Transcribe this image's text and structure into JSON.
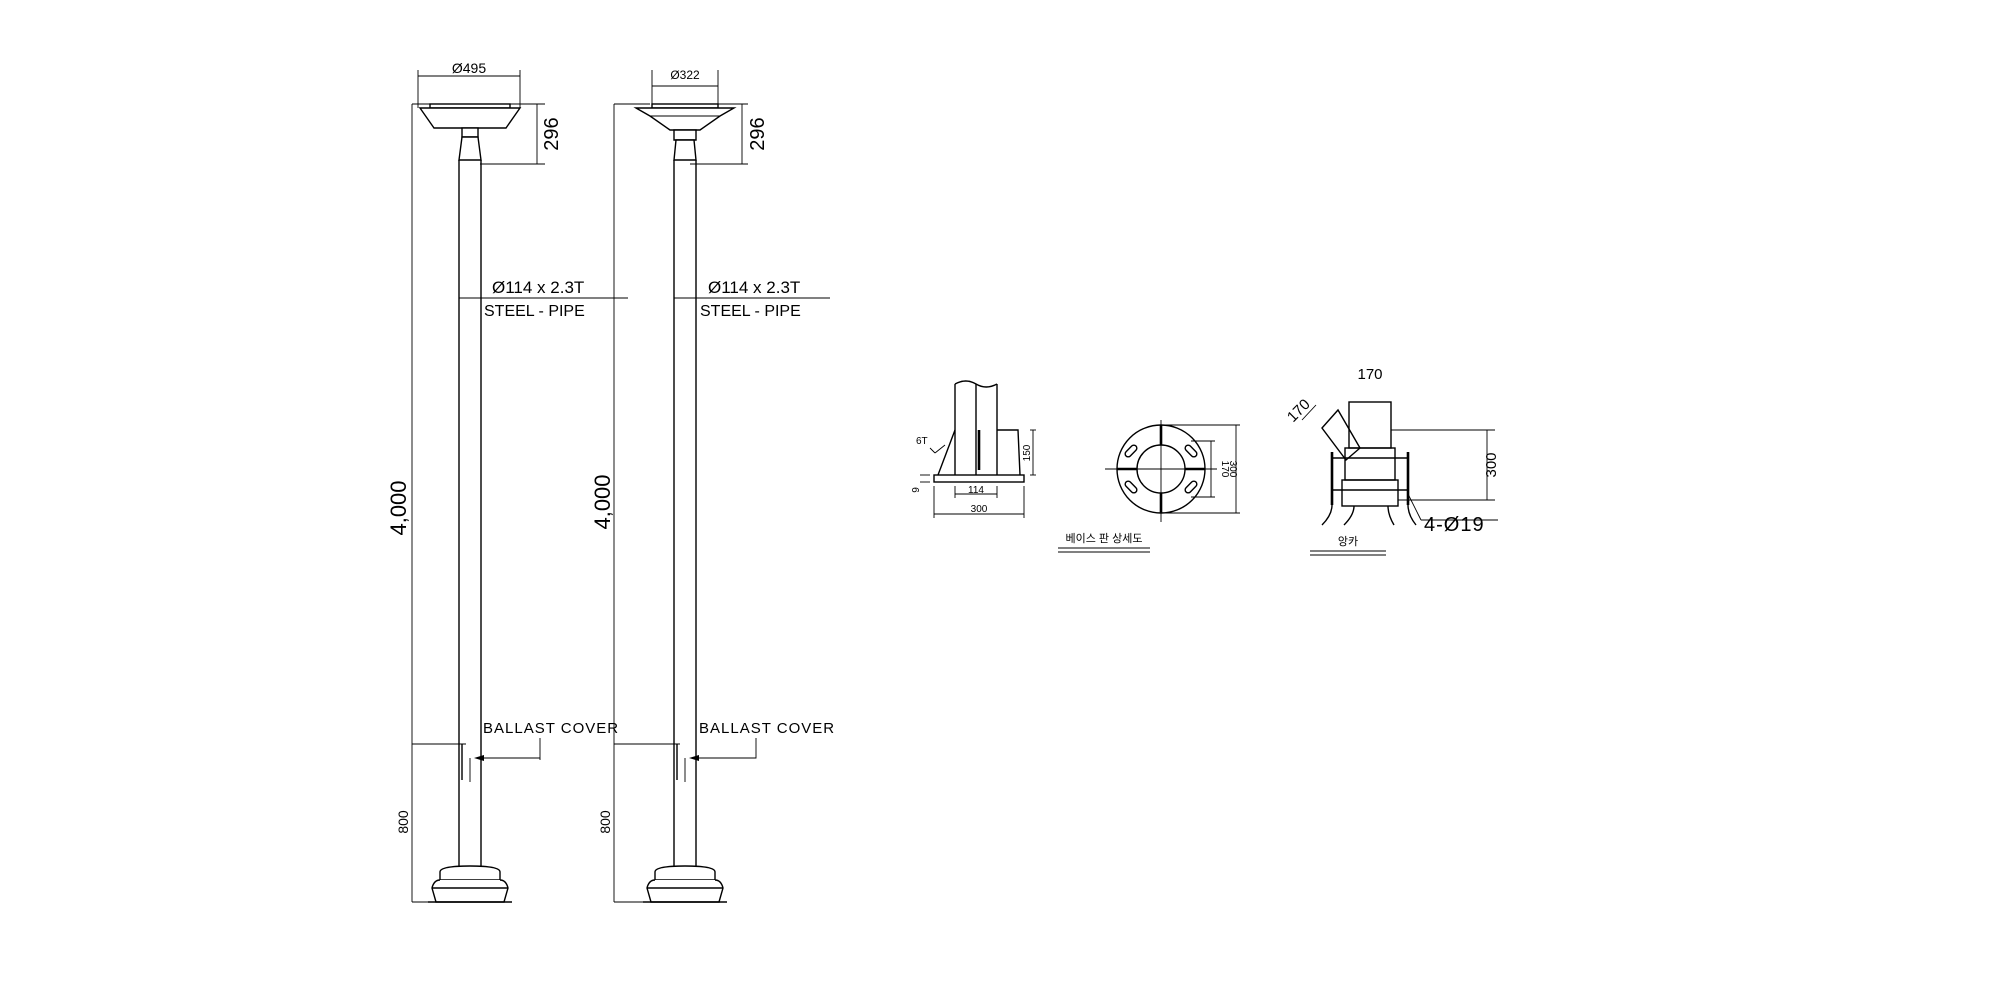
{
  "pole_a": {
    "top_diameter": "Ø495",
    "head_height": "296",
    "pipe_spec": "Ø114 x 2.3T",
    "pipe_material": "STEEL - PIPE",
    "total_height": "4,000",
    "ballast_label": "BALLAST COVER",
    "ballast_height": "800"
  },
  "pole_b": {
    "top_diameter": "Ø322",
    "head_height": "296",
    "pipe_spec": "Ø114 x 2.3T",
    "pipe_material": "STEEL - PIPE",
    "total_height": "4,000",
    "ballast_label": "BALLAST COVER",
    "ballast_height": "800"
  },
  "base_plate": {
    "thickness": "6T",
    "rib_height": "150",
    "plate_t": "9",
    "pipe_width": "114",
    "plate_width": "300",
    "bolt_pitch": "170",
    "plate_size": "300",
    "caption": "베이스 판 상세도"
  },
  "anchor": {
    "top_dim": "170",
    "diag_dim": "170",
    "height_dim": "300",
    "bolt_spec": "4-Ø19",
    "caption": "앙카"
  }
}
